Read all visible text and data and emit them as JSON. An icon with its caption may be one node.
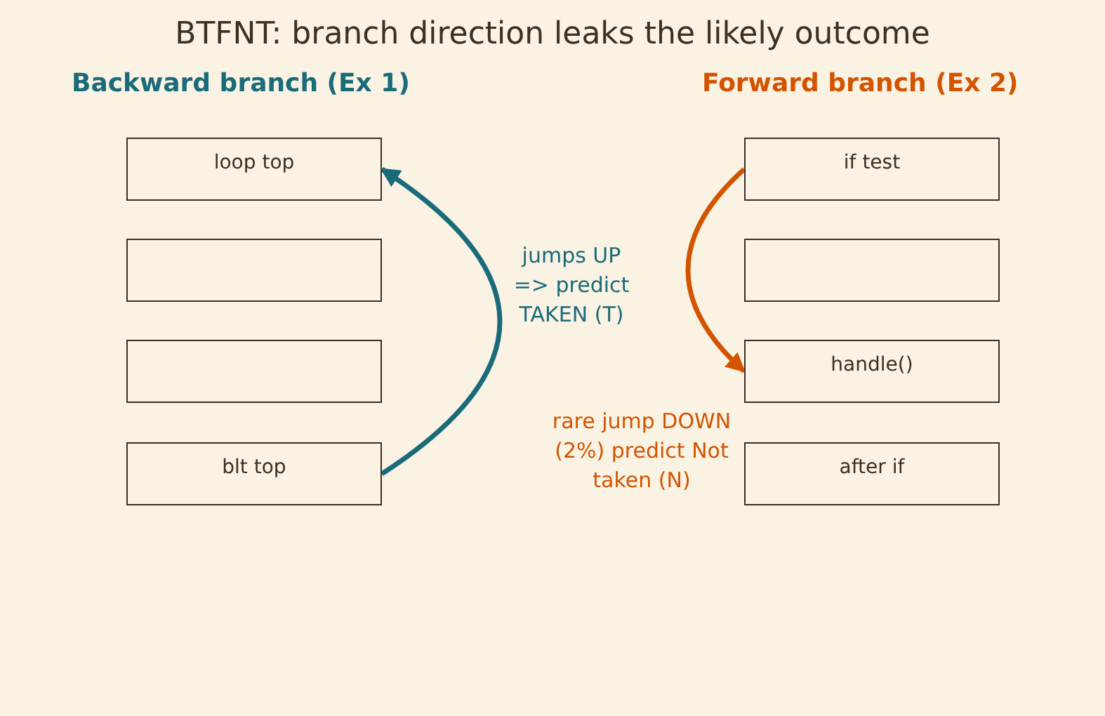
{
  "diagram": {
    "title": "BTFNT: branch direction leaks the likely outcome",
    "nodes": [
      {
        "text": [
          "loop top"
        ]
      },
      {
        "text": [],
        "shape": "box"
      },
      {
        "text": [],
        "shape": "box"
      },
      {
        "text": [
          "blt top"
        ]
      },
      {
        "text": [
          "if test"
        ]
      },
      {
        "text": [],
        "shape": "box"
      },
      {
        "text": [
          "handle()"
        ]
      },
      {
        "text": [
          "after if"
        ]
      }
    ],
    "edges": [
      {
        "from": 3,
        "to": 0,
        "arrow": "to",
        "label": "jumps UP => predict TAKEN (T)",
        "color": "#1a6b7a"
      },
      {
        "from": 4,
        "to": 6,
        "arrow": "to",
        "label": "rare jump DOWN (2%) predict Not taken (N)",
        "color": "#d35400"
      }
    ],
    "labels": [
      "Backward branch (Ex 1)",
      "Forward branch (Ex 2)"
    ]
  }
}
